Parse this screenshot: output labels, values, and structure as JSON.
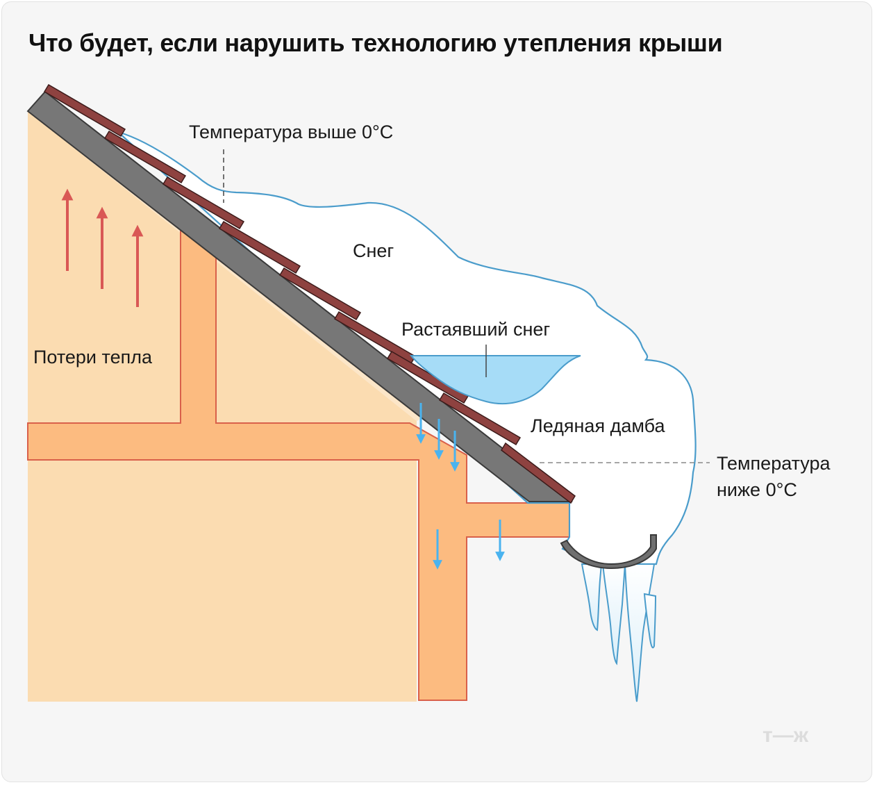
{
  "title": "Что будет, если нарушить технологию утепления крыши",
  "labels": {
    "temp_above": "Температура выше 0°C",
    "snow": "Снег",
    "melted_snow": "Растаявший снег",
    "heat_loss": "Потери тепла",
    "ice_dam": "Ледяная дамба",
    "temp_below_line1": "Температура",
    "temp_below_line2": "ниже 0°C"
  },
  "logo": "т—ж",
  "colors": {
    "background": "#f6f6f6",
    "wall": "#fbdcb1",
    "beam": "#fcbb80",
    "beam_outline": "#d9604a",
    "roof": "#777777",
    "tiles": "#8e4240",
    "snow_outline": "#4a9ccb",
    "melt_water": "#a6dcf7",
    "heat_arrows": "#d95855",
    "cold_arrows": "#4ab3ef",
    "gutter": "#6f6f6f"
  }
}
